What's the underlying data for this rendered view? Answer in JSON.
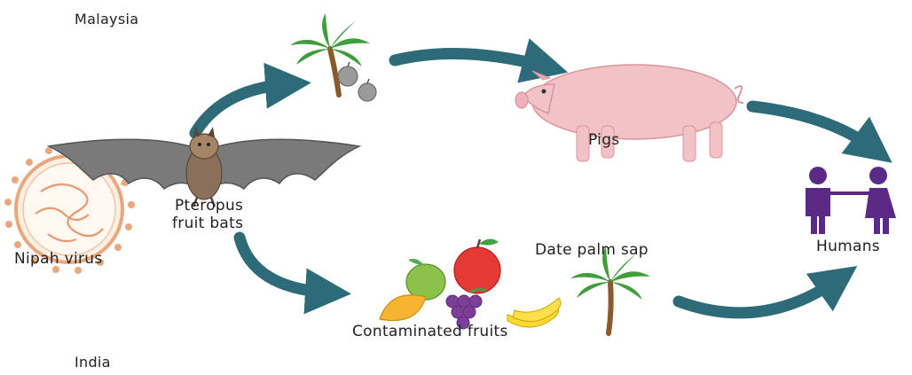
{
  "regions": {
    "top": "Malaysia",
    "bottom": "India"
  },
  "labels": {
    "virus": "Nipah virus",
    "bats_line1": "Pteropus",
    "bats_line2": "fruit bats",
    "pigs": "Pigs",
    "humans": "Humans",
    "date_palm_sap": "Date palm sap",
    "fruits": "Contaminated fruits"
  },
  "icons": {
    "virus": "virus-icon",
    "bat": "bat-icon",
    "palm": "palm-tree-icon",
    "fruit_drop": "fallen-fruit-icon",
    "pig": "pig-icon",
    "humans": "humans-icon",
    "fruits": "fruits-icon"
  },
  "colors": {
    "arrow": "#2d6b78",
    "pig": "#f3c2c7",
    "humans": "#5b2a86",
    "bat": "#7a7a7a",
    "virus": "#e9a77e"
  }
}
